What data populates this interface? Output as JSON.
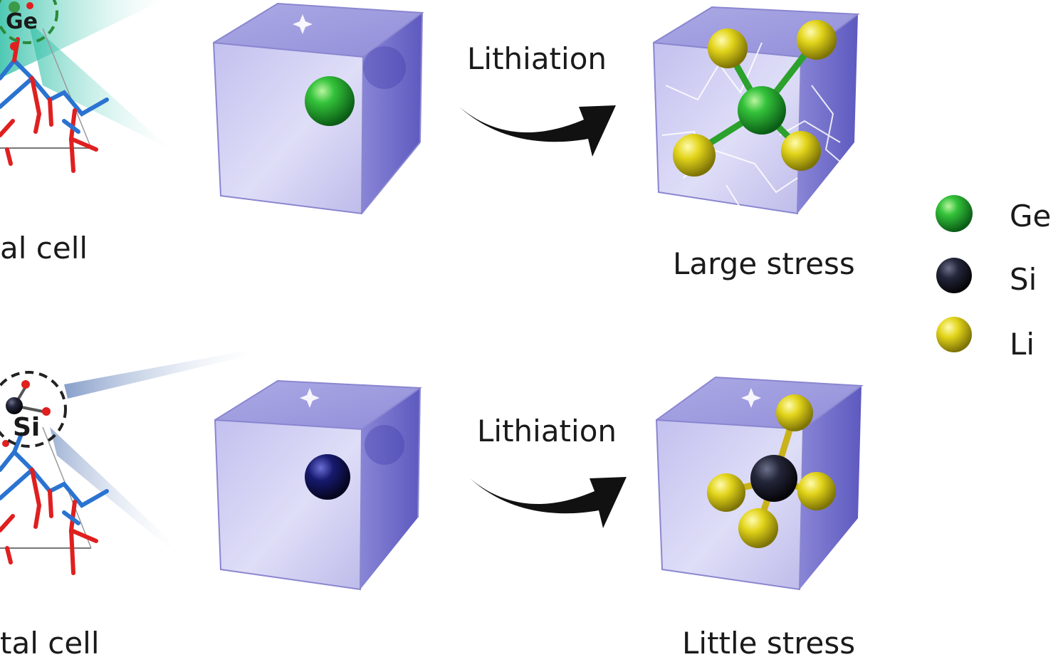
{
  "rows": [
    {
      "crystal_label": "al cell",
      "center_atom_label": "Ge",
      "center_atom_color": "#1f9a2e",
      "arrow_label": "Lithiation",
      "result_label": "Large stress",
      "cracked": true
    },
    {
      "crystal_label": "tal cell",
      "center_atom_label": "Si",
      "center_atom_color": "#2a2a33",
      "arrow_label": "Lithiation",
      "result_label": "Little stress",
      "cracked": false
    }
  ],
  "legend": {
    "items": [
      {
        "label": "Ge",
        "color": "#1f9a2e",
        "icon": "green-sphere-icon"
      },
      {
        "label": "Si",
        "color": "#1b1b1b",
        "icon": "black-sphere-icon"
      },
      {
        "label": "Li",
        "color": "#e4d91a",
        "icon": "yellow-sphere-icon"
      }
    ]
  },
  "colors": {
    "li": "#e4d91a",
    "cube_face": "#8b86d6",
    "glow_ge": "#4fcfb9",
    "glow_si": "#7f98c8",
    "bond_red": "#e01f1f",
    "bond_blue": "#2a73d1"
  }
}
